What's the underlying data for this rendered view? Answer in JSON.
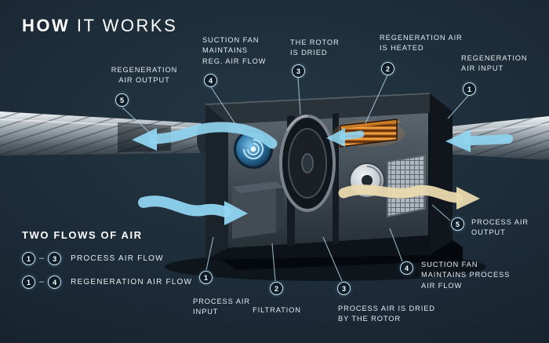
{
  "title": {
    "bold": "HOW",
    "rest": " IT WORKS"
  },
  "callouts": [
    {
      "num": "5",
      "label": "REGENERATION\nAIR OUTPUT"
    },
    {
      "num": "4",
      "label": "SUCTION FAN\nMAINTAINS\nREG. AIR FLOW"
    },
    {
      "num": "3",
      "label": "THE ROTOR\nIS DRIED"
    },
    {
      "num": "2",
      "label": "REGENERATION AIR\nIS HEATED"
    },
    {
      "num": "1",
      "label": "REGENERATION\nAIR INPUT"
    },
    {
      "num": "5",
      "label": "PROCESS AIR\nOUTPUT"
    },
    {
      "num": "4",
      "label": "SUCTION FAN\nMAINTAINS PROCESS\nAIR FLOW"
    },
    {
      "num": "3",
      "label": "PROCESS AIR IS DRIED\nBY THE ROTOR"
    },
    {
      "num": "2",
      "label": "FILTRATION"
    },
    {
      "num": "1",
      "label": "PROCESS AIR\nINPUT"
    }
  ],
  "legend": {
    "title": "TWO FLOWS OF AIR",
    "separator": "–",
    "items": [
      {
        "from": "1",
        "to": "3",
        "label": "PROCESS AIR FLOW"
      },
      {
        "from": "1",
        "to": "4",
        "label": "REGENERATION AIR FLOW"
      }
    ]
  },
  "colors": {
    "background": "#1b2a36",
    "accent_blue": "#8fd4f0",
    "heater_orange": "#e8923a",
    "dry_air_tan": "#ead9ae",
    "text": "#e6edf2"
  }
}
